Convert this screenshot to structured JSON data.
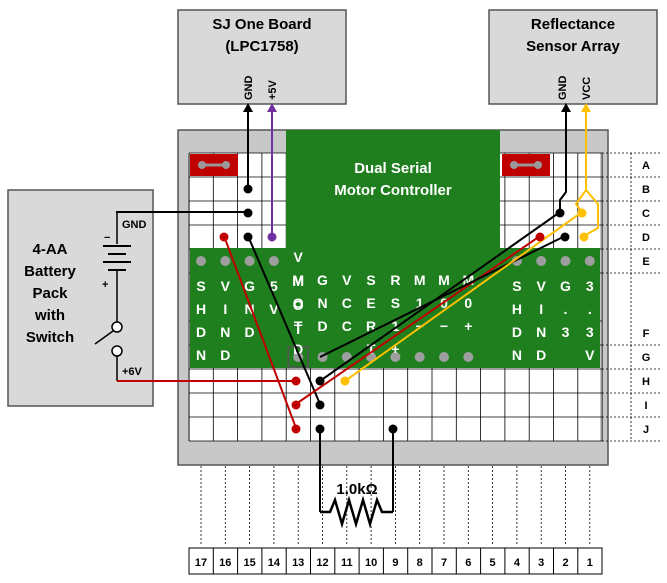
{
  "colors": {
    "green": "#1f7f1f",
    "red_wire": "#c00000",
    "purple_wire": "#7030a0",
    "yellow_wire": "#ffc000",
    "black_wire": "#000000",
    "box_gray": "#d9d9d9",
    "board_gray": "#c8c8c8"
  },
  "boxes": {
    "sj_one_line1": "SJ One Board",
    "sj_one_line2": "(LPC1758)",
    "sj_gnd": "GND",
    "sj_5v": "+5V",
    "sensor_line1": "Reflectance",
    "sensor_line2": "Sensor Array",
    "sensor_gnd": "GND",
    "sensor_vcc": "VCC",
    "battery_lines": [
      "4-AA",
      "Battery",
      "Pack",
      "with",
      "Switch"
    ],
    "battery_minus": "−",
    "battery_plus": "+",
    "battery_gnd": "GND",
    "battery_6v": "+6V"
  },
  "motor_controller": {
    "title_line1": "Dual Serial",
    "title_line2": "Motor Controller",
    "left_pins": [
      "S H D N",
      "V I N D",
      "G N D",
      "5 V"
    ],
    "vmot": "V M O T",
    "center_pins": [
      "M O T D",
      "G N D",
      "V C C",
      "S E R T",
      "R S 1 +",
      "M 1 −",
      "M 0 −",
      "M 0 +"
    ],
    "center_pins_top": [
      "G",
      "V",
      "S",
      "R",
      "M",
      "M",
      "M"
    ],
    "right_pins": [
      "S H D N",
      "V I N D",
      "G . 3",
      "3 . 3 V"
    ]
  },
  "resistor": "1.0kΩ",
  "row_labels": [
    "A",
    "B",
    "C",
    "D",
    "E",
    "F",
    "G",
    "H",
    "I",
    "J"
  ],
  "column_labels": [
    "17",
    "16",
    "15",
    "14",
    "13",
    "12",
    "11",
    "10",
    "9",
    "8",
    "7",
    "6",
    "5",
    "4",
    "3",
    "2",
    "1"
  ]
}
